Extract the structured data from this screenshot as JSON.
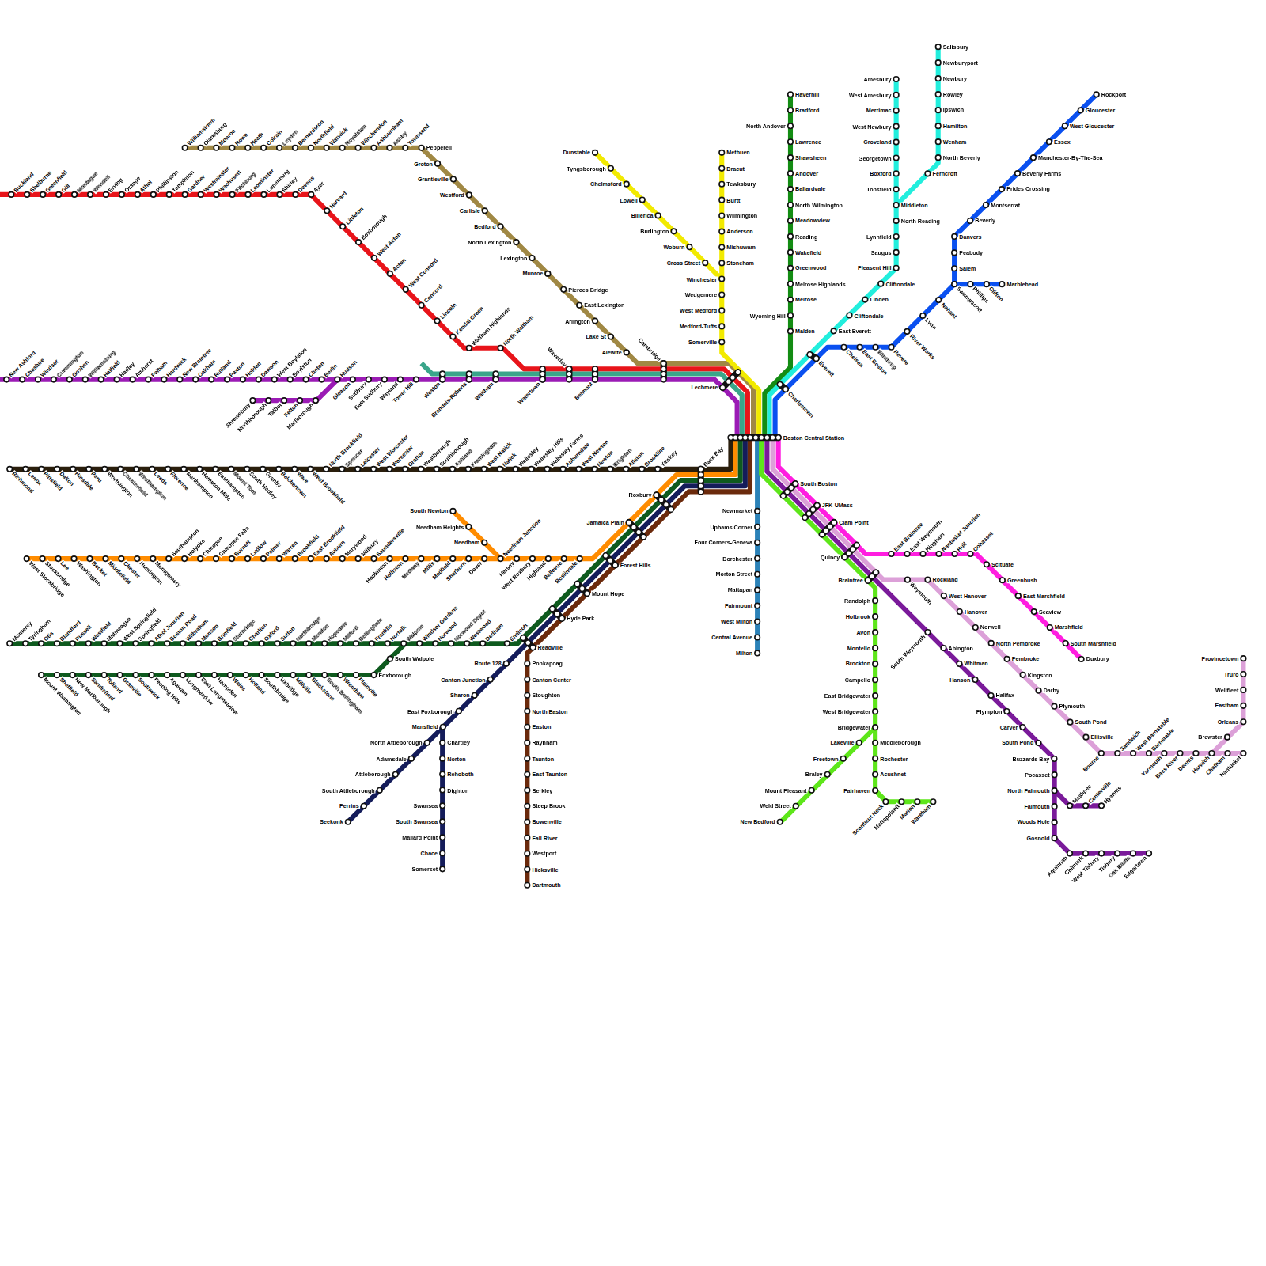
{
  "diagram": {
    "labels": [
      "Buckland",
      "Shelburne",
      "Greenfield",
      "Gill",
      "Montague",
      "Wendell",
      "Erving",
      "Orange",
      "Athol",
      "Phillipston",
      "Templeton",
      "Gardner",
      "Westminster",
      "Wachusett",
      "Fitchburg",
      "Leominster",
      "Lunenburg",
      "Shirley",
      "Devens",
      "Ayer",
      "Harvard",
      "Littleton",
      "Boxborough",
      "West Acton",
      "Acton",
      "West Concord",
      "Concord",
      "Lincoln",
      "Kendal Green",
      "Waltham Highlands",
      "North Waltham",
      "New Ashford",
      "Cheshire",
      "Windsor",
      "Cummington",
      "Goshen",
      "Williamsburg",
      "Hatfield",
      "Hadley",
      "Amherst",
      "Pelham",
      "Hardwick",
      "New Braintree",
      "Oakham",
      "Rutland",
      "Paxton",
      "Holden",
      "Dawson",
      "West Boylston",
      "Boylston",
      "Clinton",
      "Berlin",
      "Hudson",
      "Gleason",
      "Sudbury",
      "East Sudbury",
      "Wayland",
      "Tower Hill",
      "Marlborough",
      "Felton",
      "Talbot",
      "Northborough",
      "Shrewsbury",
      "Weston",
      "Brandeis-Roberts",
      "Waltham",
      "Watertown",
      "Waverley",
      "Belmont",
      "Cambridge",
      "Lechmere",
      "Williamstown",
      "Clarksburg",
      "Monroe",
      "Rowe",
      "Heath",
      "Colrain",
      "Leyden",
      "Bernardston",
      "Northfield",
      "Warwick",
      "Royalston",
      "Winchendon",
      "Ashburnham",
      "Ashby",
      "Townsend",
      "Pepperell",
      "Groton",
      "Grantieville",
      "Westford",
      "Carlisle",
      "Bedford",
      "North Lexington",
      "Lexington",
      "Munroe",
      "Pierces Bridge",
      "East Lexington",
      "Arlington",
      "Lake St",
      "Alewife",
      "Dunstable",
      "Tyngsborough",
      "Chelmsford",
      "Lowell",
      "Billerica",
      "Burlington",
      "Woburn",
      "Cross Street",
      "Methuen",
      "Dracut",
      "Tewksbury",
      "Burtt",
      "Wilmington",
      "Anderson",
      "Mishuwam",
      "Stoneham",
      "Winchester",
      "Wedgemere",
      "West Medford",
      "Medford-Tufts",
      "Somerville",
      "Haverhill",
      "Bradford",
      "North Andover",
      "Lawrence",
      "Shawsheen",
      "Andover",
      "Ballardvale",
      "North Wilmington",
      "Meadowview",
      "Reading",
      "Wakefield",
      "Greenwood",
      "Melrose Highlands",
      "Melrose",
      "Wyoming Hill",
      "Malden",
      "Amesbury",
      "West Amesbury",
      "Merrimac",
      "West Newbury",
      "Groveland",
      "Georgetown",
      "Boxford",
      "Topsfield",
      "Middleton",
      "North Reading",
      "Lynnfield",
      "Saugus",
      "Pleasent Hill",
      "Cliftondale",
      "Linden",
      "Cliftondale",
      "East Everett",
      "Salisbury",
      "Newburyport",
      "Newbury",
      "Rowley",
      "Ipswich",
      "Hamilton",
      "Wenham",
      "North Beverly",
      "Ferncroft",
      "Rockport",
      "Gloucester",
      "West Gloucester",
      "Essex",
      "Manchester-By-The-Sea",
      "Beverly Farms",
      "Prides Crossing",
      "Montserrat",
      "Beverly",
      "Danvers",
      "Peabody",
      "Salem",
      "Swampscott",
      "Phillips",
      "Clifton",
      "Marblehead",
      "Nahant",
      "Lynn",
      "River Works",
      "Revere",
      "Winthrop",
      "East Boston",
      "Chelsea",
      "Everett",
      "Charlestown",
      "Boston Central Station",
      "Richmond",
      "Lenox",
      "Pittsfield",
      "Dalton",
      "Hinsdale",
      "Peru",
      "Worthington",
      "Chesterfield",
      "Westhampton",
      "Leeds",
      "Florence",
      "Northampton",
      "Hampton Mills",
      "Easthampton",
      "Mount Tom",
      "South Hadley",
      "Granby",
      "Belchertown",
      "Ware",
      "West Brookfield",
      "North Brookfield",
      "Spencer",
      "Leicester",
      "West Worcester",
      "Worcester",
      "Grafton",
      "Westborough",
      "Southborough",
      "Ashland",
      "Framingham",
      "West Natick",
      "Natick",
      "Wellesley",
      "Wellesley Hills",
      "Wellesley Farms",
      "Auburndale",
      "West Newton",
      "Newton",
      "Brighton",
      "Allston",
      "Brookline",
      "Yawkey",
      "Back Bay",
      "West Stockbridge",
      "Stockbridge",
      "Lee",
      "Washington",
      "Becket",
      "Middlefield",
      "Chester",
      "Huntington",
      "Montgomery",
      "Southampton",
      "Holyoke",
      "Chicopee",
      "Chicopee Falls",
      "Burnett",
      "Ludlow",
      "Palmer",
      "Warren",
      "Brookfield",
      "East Brookfield",
      "Auburn",
      "Marywood",
      "Millbury",
      "Saundersville",
      "Hopkinton",
      "Holliston",
      "Medway",
      "Millis",
      "Medfield",
      "Sherborn",
      "Dover",
      "Needham Junction",
      "Hersey",
      "West Roxbury",
      "Highland",
      "Bellevue",
      "Roslindale",
      "South Newton",
      "Needham Heights",
      "Needham",
      "Roxbury",
      "Jamaica Plain",
      "Forest Hills",
      "Mount Hope",
      "Hyde Park",
      "Readville",
      "Monterey",
      "Tyringham",
      "Otis",
      "Blandford",
      "Russell",
      "Westfield",
      "Mittineague",
      "West Springfield",
      "Springfield",
      "Athol Junction",
      "Boston Road",
      "Wilbraham",
      "Monson",
      "Brimfield",
      "Sturbridge",
      "Charlton",
      "Oxford",
      "Sutton",
      "Northbridge",
      "Mendon",
      "Hopedale",
      "Milford",
      "Bellingham",
      "Franklin",
      "Norfolk",
      "Walpole",
      "Windsor Gardens",
      "Norwood",
      "Norwood Depot",
      "Westwood",
      "Dedham",
      "Endicott",
      "Mount Washington",
      "Sheffield",
      "New Marlborough",
      "Sandisfield",
      "Tolland",
      "Granville",
      "Southwick",
      "Feeding Hills",
      "Agawam",
      "Longmeadow",
      "East Longmeadow",
      "Hampden",
      "Wales",
      "Holland",
      "Southbridge",
      "Uxbridge",
      "Millville",
      "Blackstone",
      "South Bellingham",
      "Wrentham",
      "Plainville",
      "Foxborough",
      "South Walpole",
      "Seekonk",
      "Perrins",
      "South Attleborough",
      "Attleborough",
      "Adamsdale",
      "North Attleborough",
      "Mansfield",
      "East Foxborough",
      "Sharon",
      "Canton Junction",
      "Route 128",
      "Chartley",
      "Norton",
      "Rehoboth",
      "Dighton",
      "Swansea",
      "South Swansea",
      "Mallard Point",
      "Chace",
      "Somerset",
      "Ponkapoag",
      "Canton Center",
      "Stoughton",
      "North Easton",
      "Easton",
      "Raynham",
      "Taunton",
      "East Taunton",
      "Berkley",
      "Steep Brook",
      "Bowenville",
      "Fall River",
      "Westport",
      "Hicksville",
      "Dartmouth",
      "Newmarket",
      "Uphams Corner",
      "Four Corners-Geneva",
      "Dorchester",
      "Morton Street",
      "Mattapan",
      "Fairmount",
      "West Milton",
      "Central Avenue",
      "Milton",
      "South Boston",
      "JFK-UMass",
      "Clam Point",
      "Quincy",
      "Braintree",
      "Randolph",
      "Holbrook",
      "Avon",
      "Montello",
      "Brockton",
      "Campello",
      "East Bridgewater",
      "West Bridgewater",
      "Bridgewater",
      "Middleborough",
      "Rochester",
      "Acushnet",
      "Fairhaven",
      "Sconticut Neck",
      "Mattapoisett",
      "Marion",
      "Wareham",
      "Lakeville",
      "Freetown",
      "Braley",
      "Mount Pleasant",
      "Weld Street",
      "New Bedford",
      "South Weymouth",
      "Abington",
      "Whitman",
      "Hanson",
      "Halifax",
      "Plympton",
      "Carver",
      "South Pond",
      "Buzzards Bay",
      "Pocasset",
      "North Falmouth",
      "Falmouth",
      "Woods Hole",
      "Gosnold",
      "Aquinnah",
      "Chilmark",
      "West Tisbury",
      "Tisbury",
      "Oak Bluffs",
      "Edgartown",
      "Mashpee",
      "Centerville",
      "Hyannis",
      "Weymouth",
      "Rockland",
      "West Hanover",
      "Hanover",
      "Norwell",
      "North Pembroke",
      "Pembroke",
      "Kingston",
      "Darby",
      "Plymouth",
      "South Pond",
      "Ellisville",
      "Bourne",
      "Sandwich",
      "West Barnstable",
      "Barnstable",
      "Yarmouth",
      "Bass River",
      "Dennis",
      "Harwich",
      "Chatham",
      "Nantucket",
      "Brewster",
      "Orleans",
      "Eastham",
      "Wellfleet",
      "Truro",
      "Provincetown",
      "East Braintree",
      "East Weymouth",
      "Hingham",
      "Nantasket Junction",
      "Hull",
      "Cohasset",
      "Scituate",
      "Greenbush",
      "East Marshfield",
      "Seaview",
      "Marshfield",
      "South Marshfield",
      "Duxbury"
    ]
  }
}
